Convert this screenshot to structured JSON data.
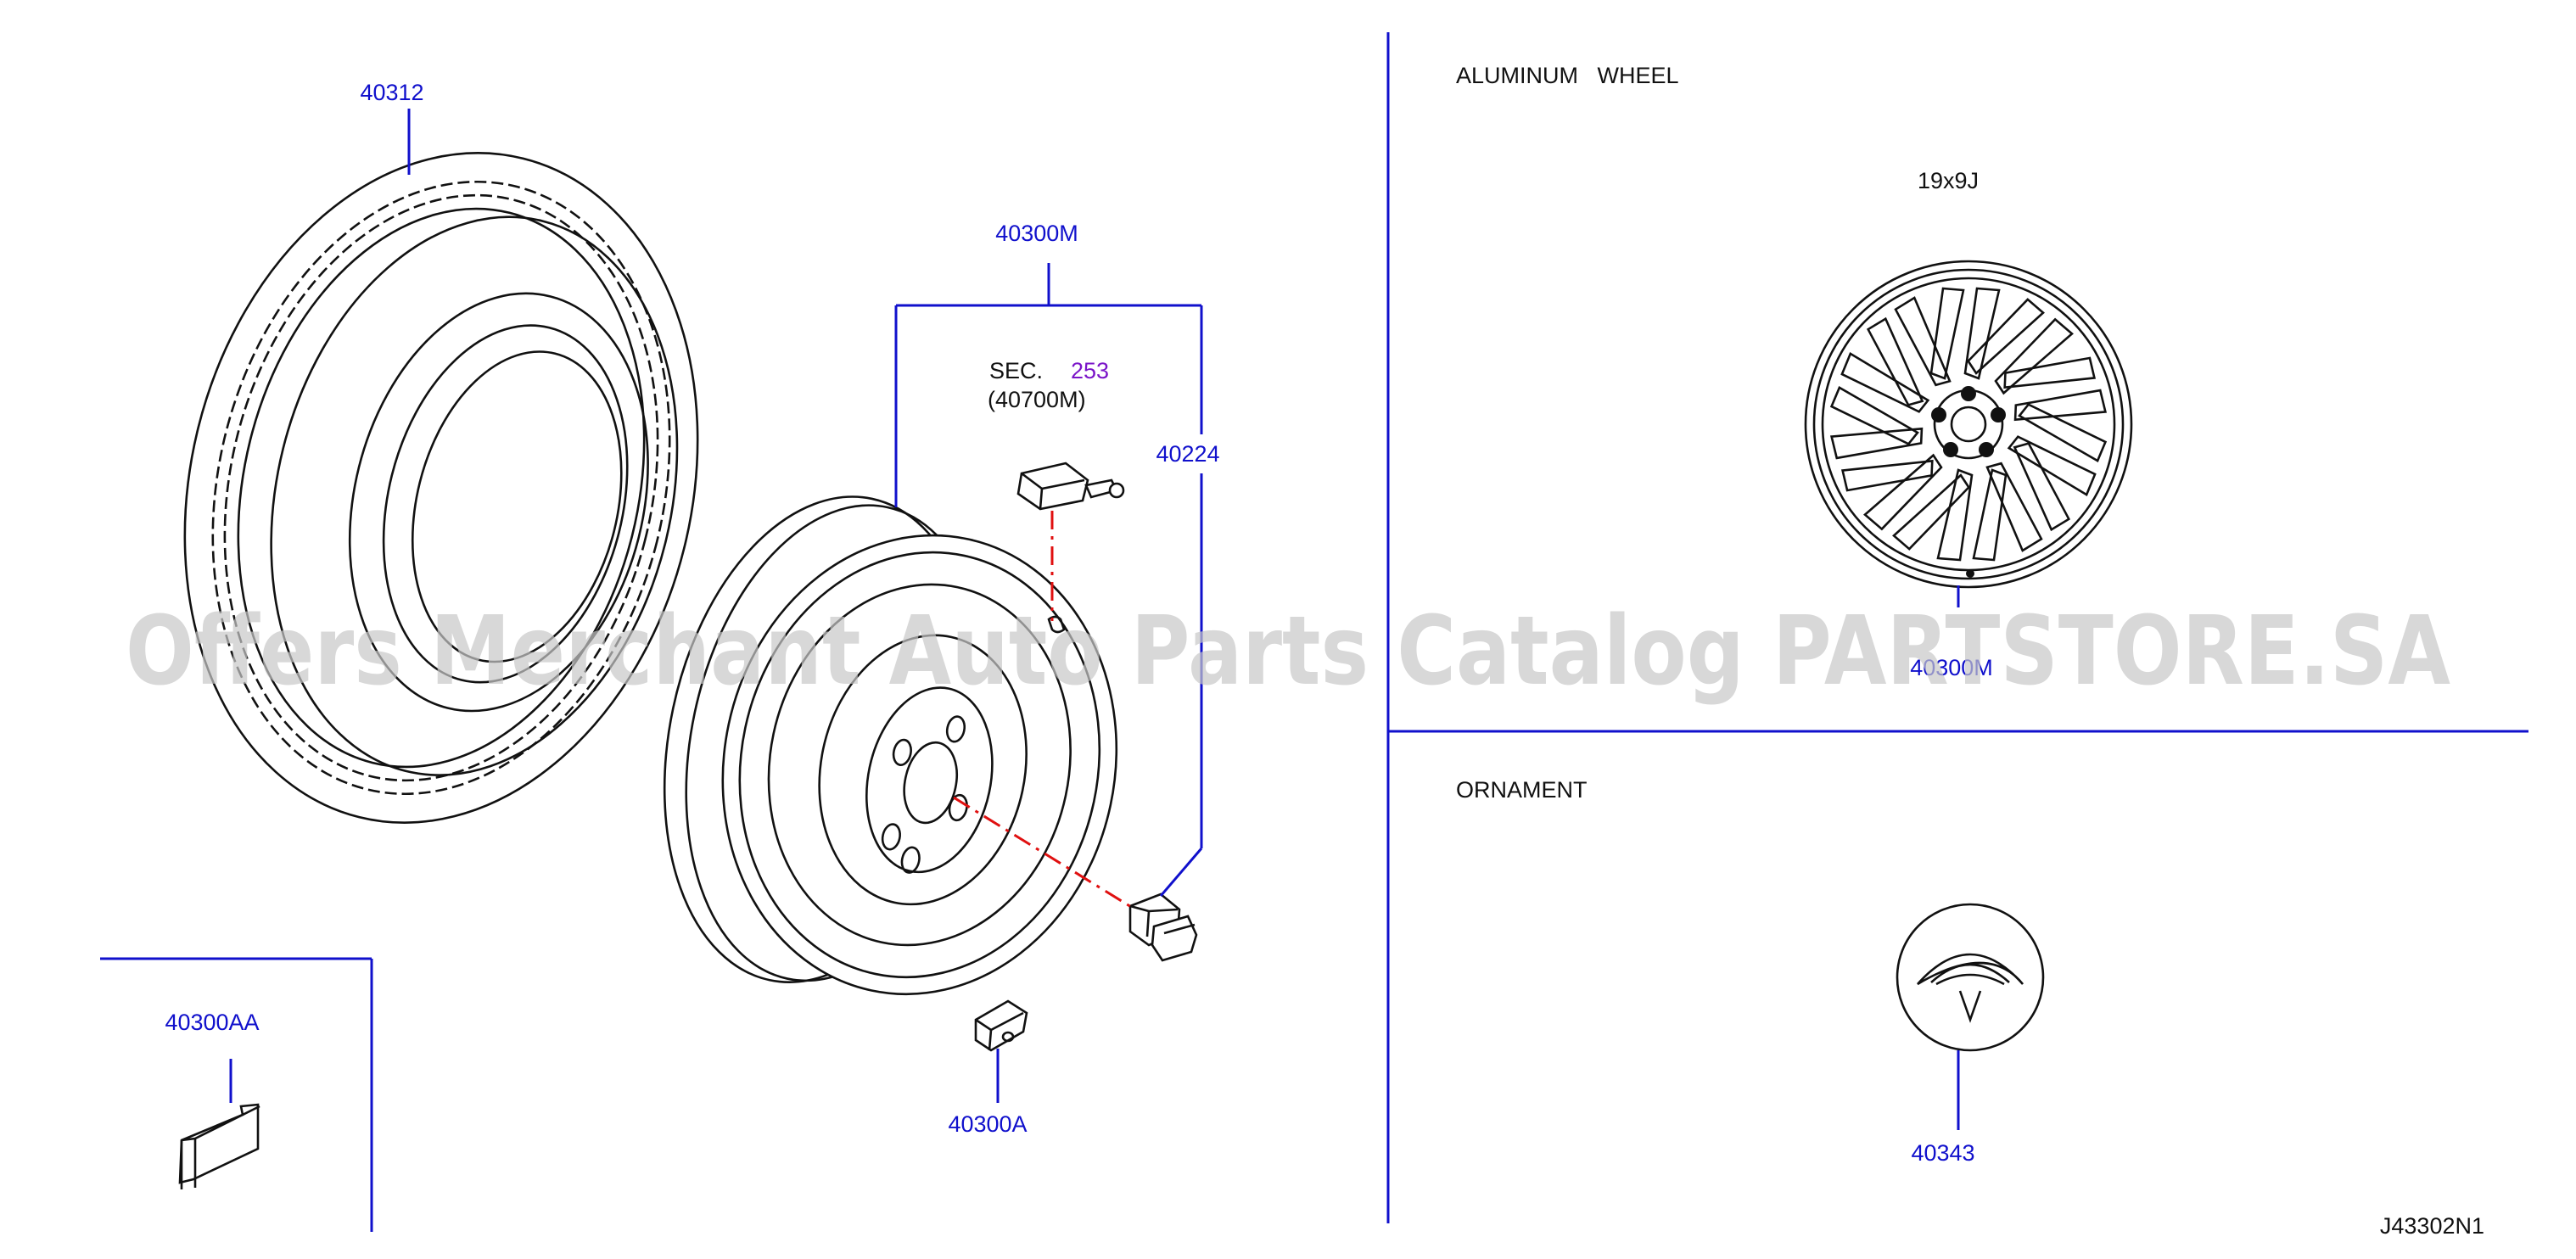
{
  "sections": {
    "aluminum_wheel_title": "ALUMINUM   WHEEL",
    "wheel_size": "19x9J",
    "ornament_title": "ORNAMENT"
  },
  "parts": {
    "tire": "40312",
    "wheel_assembly": "40300M",
    "sensor_ref_prefix": "SEC.",
    "sensor_ref_number": "253",
    "sensor_part": "(40700M)",
    "nut": "40224",
    "balance_weight_clip": "40300A",
    "balance_weight": "40300AA",
    "aluminum_wheel": "40300M",
    "ornament": "40343"
  },
  "diagram_code": "J43302N1",
  "watermark": "Offers Merchant Auto Parts Catalog PARTSTORE.SA",
  "colors": {
    "label_blue": "#1010cc",
    "reference_purple": "#7a14c8",
    "guide_red": "#e01010",
    "drawing_black": "#111111"
  }
}
